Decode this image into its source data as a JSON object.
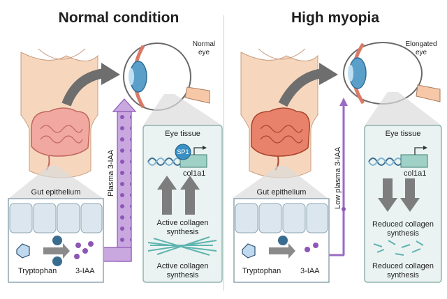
{
  "panels": [
    {
      "title": "Normal condition",
      "eye_label": "Normal\neye",
      "plasma_label": "Plasma 3-IAA",
      "gut_label": "Gut epithelium",
      "tryptophan": "Tryptophan",
      "iaa": "3-IAA",
      "eye_tissue": "Eye tissue",
      "gene": "col1a1",
      "tf": "SP1",
      "synthesis_upper": "Active collagen\nsynthesis",
      "synthesis_lower": "Active collagen\nsynthesis"
    },
    {
      "title": "High myopia",
      "eye_label": "Elongated\neye",
      "plasma_label": "Low plasma 3-IAA",
      "gut_label": "Gut epithelium",
      "tryptophan": "Tryptophan",
      "iaa": "3-IAA",
      "eye_tissue": "Eye tissue",
      "gene": "col1a1",
      "synthesis_upper": "Reduced collagen\nsynthesis",
      "synthesis_lower": "Reduced collagen\nsynthesis"
    }
  ],
  "colors": {
    "skin": "#f6d7bd",
    "gut_normal": "#f1a8a0",
    "gut_myopia": "#e9826b",
    "purple": "#b98bd6",
    "panel_fill": "#eaf3f1",
    "panel_border": "#8fb3ad",
    "gray_arrow": "#7d7d7d",
    "tf_blue": "#3a8fc4"
  }
}
